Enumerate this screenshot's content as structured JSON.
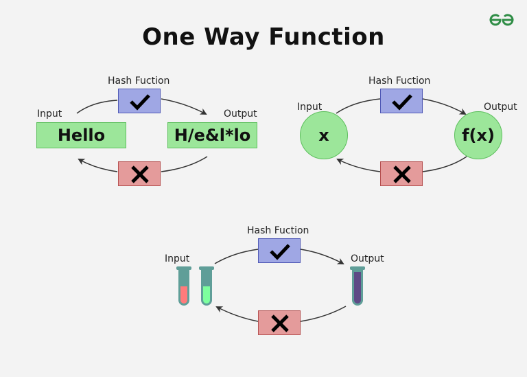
{
  "title": "One Way Function",
  "logo": "geeksforgeeks-logo",
  "colors": {
    "node_fill": "#9ce69a",
    "node_border": "#5cbf5c",
    "hash_fill": "#9fa7e4",
    "hash_border": "#4f58b5",
    "reverse_fill": "#e49b9b",
    "reverse_border": "#b54f4f",
    "tube_glass": "#5f9e98",
    "tube_red": "#ff7b7b",
    "tube_green": "#7dff9e",
    "tube_purple": "#5e4a86",
    "logo": "#2f8d46"
  },
  "diagrams": [
    {
      "hash_label": "Hash Fuction",
      "input_label": "Input",
      "output_label": "Output",
      "input_value": "Hello",
      "output_value": "H/e&l*lo",
      "forward_icon": "checkmark-icon",
      "reverse_icon": "cross-icon"
    },
    {
      "hash_label": "Hash Fuction",
      "input_label": "Input",
      "output_label": "Output",
      "input_value": "x",
      "output_value": "f(x)",
      "forward_icon": "checkmark-icon",
      "reverse_icon": "cross-icon"
    },
    {
      "hash_label": "Hash Fuction",
      "input_label": "Input",
      "output_label": "Output",
      "input_items": [
        "red-liquid-tube",
        "green-liquid-tube"
      ],
      "output_items": [
        "purple-liquid-tube"
      ],
      "forward_icon": "checkmark-icon",
      "reverse_icon": "cross-icon"
    }
  ]
}
